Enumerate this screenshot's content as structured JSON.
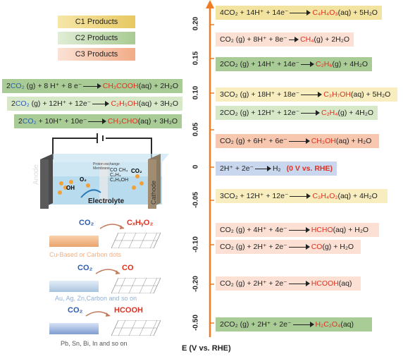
{
  "legend": {
    "c1": "C1 Products",
    "c2": "C2 Products",
    "c3": "C3 Products",
    "c1_color": "#e8cf6f",
    "c2_color": "#b9d6a8",
    "c3_color": "#f4b89b"
  },
  "axis": {
    "label": "E (V vs. RHE)",
    "ticks": [
      "0.20",
      "0.15",
      "0.10",
      "0.05",
      "0",
      "-0.05",
      "-0.10",
      "-0.20",
      "-0.50"
    ],
    "color": "#f07b22"
  },
  "left_eqs": [
    {
      "pre": "2CO",
      "sub": "2",
      "mid": " (g) + 8 H",
      "sup": "+",
      "mid2": " + 8 e",
      "sup2": "−",
      "prod": "CH₃COOH",
      "post": " (aq) + 2H₂O"
    },
    {
      "pre": "2CO",
      "sub": "2",
      "mid": " (g) + 12H",
      "sup": "+",
      "mid2": " + 12e",
      "sup2": "−",
      "prod": "C₂H₅OH",
      "post": " (aq) + 3H₂O"
    },
    {
      "pre": "2CO",
      "sub": "2",
      "mid": " + 10H",
      "sup": "+",
      "mid2": " + 10e",
      "sup2": "−",
      "prod": "CH₃CHO",
      "post": " (aq) + 3H₂O"
    }
  ],
  "right_eqs": [
    {
      "text": "4CO₂ + 14H⁺ + 14e⁻",
      "prod": "C₄H₄O₃",
      "post": " (aq) + 5H₂O"
    },
    {
      "text": "CO₂ (g) + 8H⁺ + 8e⁻",
      "prod": "CH₄",
      "post": " (g) + 2H₂O"
    },
    {
      "text": "2CO₂ (g) + 14H⁺ + 14e⁻",
      "prod": "C₂H₆",
      "post": " (g) + 4H₂O"
    },
    {
      "text": "3CO₂ (g) + 18H⁺ + 18e⁻",
      "prod": "C₃H₇OH",
      "post": " (aq) + 5H₂O"
    },
    {
      "text": "2CO₂ (g) + 12H⁺ + 12e⁻",
      "prod": "C₂H₄",
      "post": " (g) + 4H₂O"
    },
    {
      "text": "CO₂ (g) + 6H⁺ + 6e⁻",
      "prod": "CH₃OH",
      "post": " (aq) + H₂O"
    },
    {
      "text": "2H⁺ + 2e⁻",
      "prod": "H₂",
      "post": "",
      "note": "(0 V vs. RHE)"
    },
    {
      "text": "3CO₂ + 12H⁺ + 12e⁻",
      "prod": "C₃H₄O₂",
      "post": " (aq) + 4H₂O"
    },
    {
      "text": "CO₂ (g) + 4H⁺ + 4e⁻",
      "prod": "HCHO",
      "post": " (aq) + H₂O"
    },
    {
      "text": "CO₂ (g) + 2H⁺ + 2e⁻",
      "prod": "CO",
      "post": " (g) + H₂O"
    },
    {
      "text": "CO₂ (g) + 2H⁺ + 2e⁻",
      "prod": "HCOOH",
      "post": " (aq)"
    },
    {
      "text": "2CO₂ (g) + 2H⁺ + 2e⁻",
      "prod": "H₂C₂O₄",
      "post": " (aq)"
    }
  ],
  "cell": {
    "anode": "Anode",
    "cathode": "Cathode",
    "electrolyte": "Electrolyte",
    "oh": "OH",
    "o2": "O₂",
    "membrane": "Proton exchange Membrane",
    "products": "CO CH₄ C₂H₄ C₂H₅OH",
    "co2": "CO₂"
  },
  "catalysts": [
    {
      "reactant": "CO₂",
      "product": "CₓHᵧO₂",
      "label": "Cu-Based or Carbon dots"
    },
    {
      "reactant": "CO₂",
      "product": "CO",
      "label": "Au, Ag, Zn,Carbon and so on"
    },
    {
      "reactant": "CO₂",
      "product": "HCOOH",
      "label": "Pb, Sn, Bi, In and so on"
    }
  ]
}
